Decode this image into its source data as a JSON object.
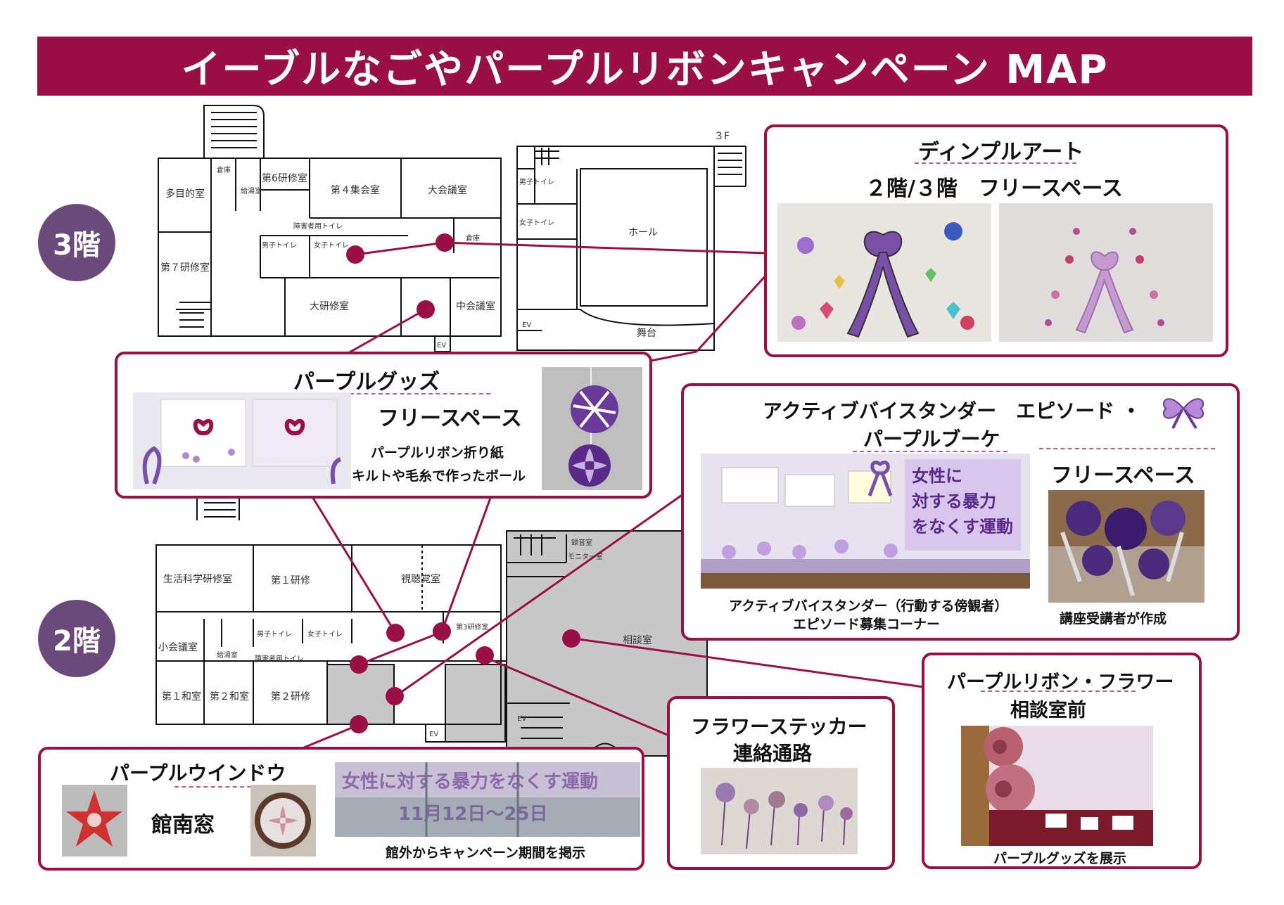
{
  "title": "イーブルなごやパープルリボンキャンペーン MAP",
  "floors": {
    "f3": "3階",
    "f2": "2階",
    "f3_mark": "３F"
  },
  "rooms3": {
    "tamokuteki": "多目的室",
    "souko1": "倉庫",
    "kyutoshitsu": "給湯室",
    "dai6": "第6研修室",
    "dai4": "第４集会室",
    "daikaigi": "大会議室",
    "shogaisha": "障害者用トイレ",
    "danshi": "男子トイレ",
    "joshi": "女子トイレ",
    "souko2": "倉庫",
    "dai7": "第７研修室",
    "daikenshu": "大研修室",
    "chukaigi": "中会議室",
    "ev": "EV",
    "danshi_r": "男子トイレ",
    "joshi_r": "女子トイレ",
    "hall": "ホール",
    "ev_r": "EV",
    "butai": "舞台"
  },
  "rooms2": {
    "seikatsu": "生活科学研修室",
    "dai1": "第１研修",
    "shichokaku": "視聴覚室",
    "rokuon": "録音室",
    "monitor": "モニター室",
    "shokaigi": "小会議室",
    "kyuto": "給湯室",
    "danshi": "男子トイレ",
    "joshi": "女子トイレ",
    "shogai": "障害者用トイレ",
    "dai3": "第3研修室",
    "sodan": "相談室",
    "wa1": "第１和室",
    "wa2": "第２和室",
    "dai2": "第２研修",
    "ev": "EV",
    "ev2": "EV"
  },
  "callouts": {
    "dimple": {
      "title": "ディンプルアート",
      "sub": "２階/３階　フリースペース"
    },
    "goods": {
      "title": "パープルグッズ",
      "sub": "フリースペース",
      "cap1": "パープルリボン折り紙",
      "cap2": "キルトや毛糸で作ったボール"
    },
    "active": {
      "title1": "アクティブバイスタンダー　エピソード ・",
      "title2": "パープルブーケ",
      "sub": "フリースペース",
      "cap1": "アクティブバイスタンダー（行動する傍観者）",
      "cap2": "エピソード募集コーナー",
      "cap3": "講座受講者が作成",
      "poster": "女性に対する暴力をなくす運動"
    },
    "ribbonflower": {
      "title": "パープルリボン・フラワー",
      "sub": "相談室前",
      "cap": "パープルグッズを展示"
    },
    "sticker": {
      "title": "フラワーステッカー",
      "sub": "連絡通路"
    },
    "window": {
      "title": "パープルウインドウ",
      "sub": "館南窓",
      "cap": "館外からキャンペーン期間を掲示",
      "banner": "女性に対する暴力をなくす運動",
      "dates": "11月12日〜25日"
    }
  },
  "colors": {
    "brand": "#9b1044",
    "badge": "#6a4a7a",
    "purple": "#7a4fa8"
  }
}
